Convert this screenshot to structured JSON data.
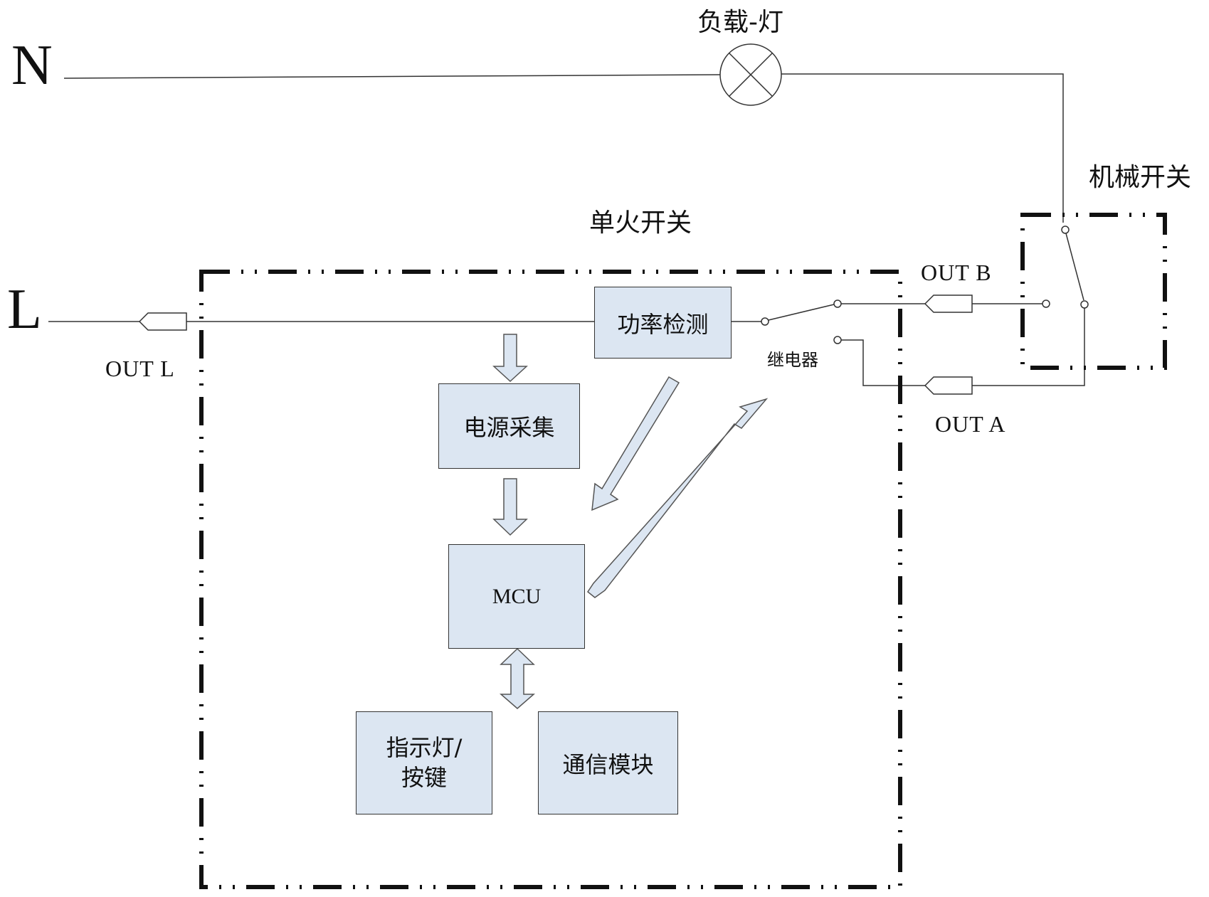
{
  "terminals": {
    "neutral": "N",
    "line": "L"
  },
  "load": {
    "label": "负载-灯"
  },
  "mechanical_switch": {
    "label": "机械开关"
  },
  "single_fire_switch": {
    "label": "单火开关"
  },
  "ports": {
    "out_l": "OUT L",
    "out_a": "OUT A",
    "out_b": "OUT B"
  },
  "relay": {
    "label": "继电器"
  },
  "blocks": {
    "power_detection": "功率检测",
    "power_collection": "电源采集",
    "mcu": "MCU",
    "indicator_line1": "指示灯/",
    "indicator_line2": "按键",
    "comm_module": "通信模块"
  },
  "colors": {
    "block_fill": "#dce6f2",
    "arrow_fill": "#dce6f2",
    "line": "#333333"
  }
}
